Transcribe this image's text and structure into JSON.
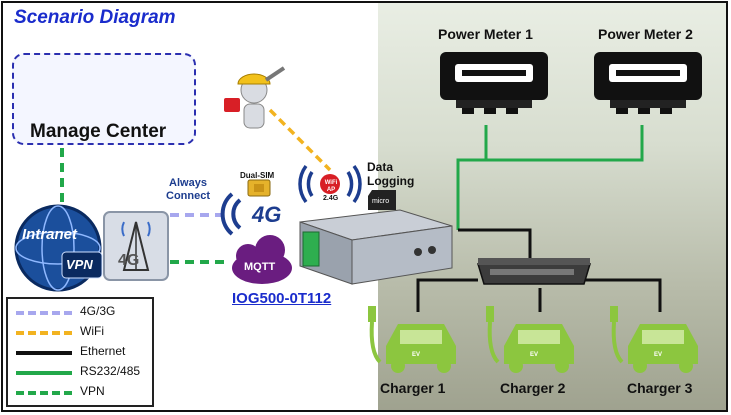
{
  "title": "Scenario Diagram",
  "manage_center": {
    "label": "Manage Center"
  },
  "intranet": {
    "label_top": "Intranet",
    "label_bottom": "VPN"
  },
  "tower_4g": {
    "label": "4G"
  },
  "always_connect": {
    "line1": "Always",
    "line2": "Connect"
  },
  "dual_sim": {
    "label": "Dual-SIM"
  },
  "badge_4g": {
    "label": "4G"
  },
  "wifi_ap": {
    "label_top": "WiFi AP",
    "band": "2.4G"
  },
  "data_logging": {
    "line1": "Data",
    "line2": "Logging"
  },
  "mqtt": {
    "label": "MQTT"
  },
  "device": {
    "name": "IOG500-0T112"
  },
  "power_meters": [
    {
      "label": "Power Meter 1"
    },
    {
      "label": "Power Meter 2"
    }
  ],
  "chargers": [
    {
      "label": "Charger 1",
      "car_badge": "EV"
    },
    {
      "label": "Charger 2",
      "car_badge": "EV"
    },
    {
      "label": "Charger 3",
      "car_badge": "EV"
    }
  ],
  "legend": [
    {
      "label": "4G/3G",
      "color": "#a7a7ee",
      "style": "dashed"
    },
    {
      "label": "WiFi",
      "color": "#f2b320",
      "style": "dashed"
    },
    {
      "label": "Ethernet",
      "color": "#111111",
      "style": "solid"
    },
    {
      "label": "RS232/485",
      "color": "#22a84a",
      "style": "solid"
    },
    {
      "label": "VPN",
      "color": "#22a84a",
      "style": "dashed"
    }
  ],
  "colors": {
    "title": "#1a2ccc",
    "green": "#22a84a",
    "car": "#8cc63f",
    "wifi": "#f2b320",
    "cell": "#a7a7ee"
  }
}
